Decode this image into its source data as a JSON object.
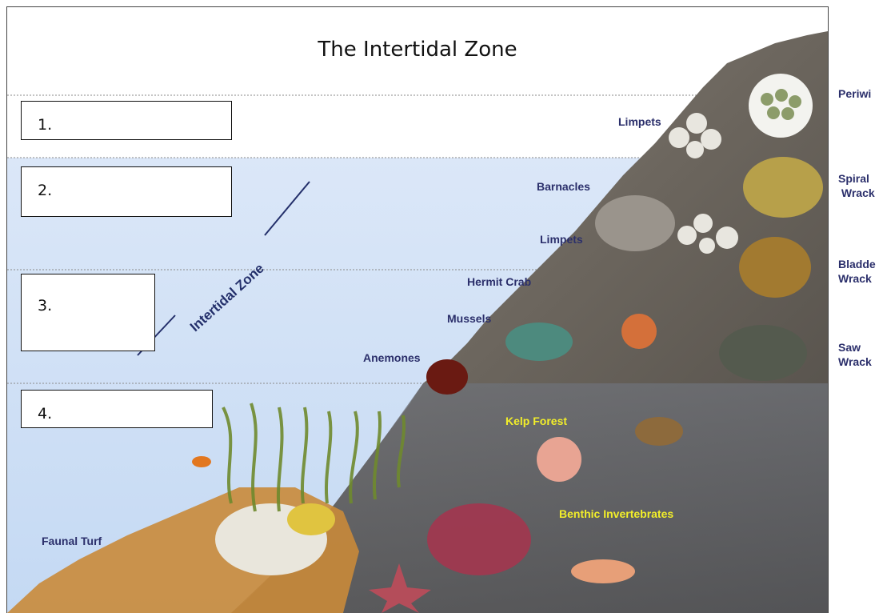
{
  "title": "The Intertidal Zone",
  "zone_label": "Intertidal Zone",
  "answer_boxes": [
    "1.",
    "2.",
    "3.",
    "4."
  ],
  "creature_labels": {
    "limpets_top": "Limpets",
    "barnacles": "Barnacles",
    "limpets_mid": "Limpets",
    "hermit_crab": "Hermit Crab",
    "mussels": "Mussels",
    "anemones": "Anemones",
    "kelp_forest": "Kelp Forest",
    "benthic": "Benthic Invertebrates",
    "faunal_turf": "Faunal Turf"
  },
  "side_labels": {
    "periwinkles": "Periwi",
    "spiral": "Spiral\n Wrack",
    "bladder": "Bladde\nWrack",
    "saw": "Saw\nWrack"
  },
  "colors": {
    "water_light": "#dde8f8",
    "water": "#c9dcf5",
    "rock": "#6f6a63",
    "label_dark": "#2b2f6b",
    "label_yellow": "#f2ee2a"
  }
}
